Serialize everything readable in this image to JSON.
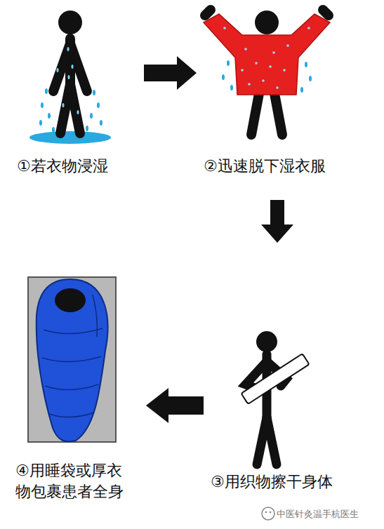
{
  "diagram": {
    "labels": [
      "①若衣物浸湿",
      "②迅速脱下湿衣服",
      "④用睡袋或厚衣物包裹患者全身",
      "③用织物擦干身体",
      "中医针灸温手杭医生"
    ]
  }
}
